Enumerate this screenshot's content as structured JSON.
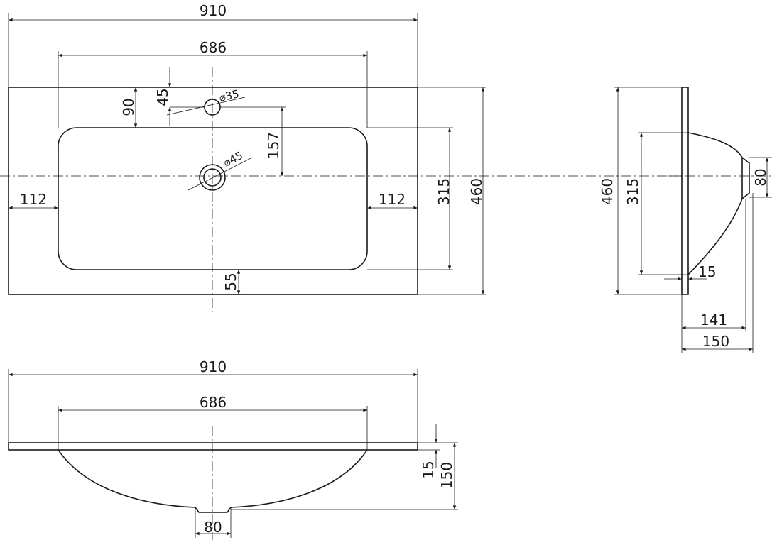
{
  "drawing": {
    "top_view": {
      "overall_width": "910",
      "basin_width": "686",
      "tap_hole_offset": "90",
      "tap_hole_edge": "45",
      "tap_hole_diameter": "⌀35",
      "drain_offset": "157",
      "drain_diameter": "⌀45",
      "left_margin": "112",
      "right_margin": "112",
      "basin_depth": "315",
      "overall_depth": "460",
      "front_margin": "55"
    },
    "side_view": {
      "overall_depth": "460",
      "basin_depth": "315",
      "drain_height": "80",
      "slab_thickness": "15",
      "basin_projection": "141",
      "total_projection": "150"
    },
    "front_view": {
      "overall_width": "910",
      "basin_width": "686",
      "slab_thickness": "15",
      "total_height": "150",
      "drain_width": "80"
    }
  }
}
